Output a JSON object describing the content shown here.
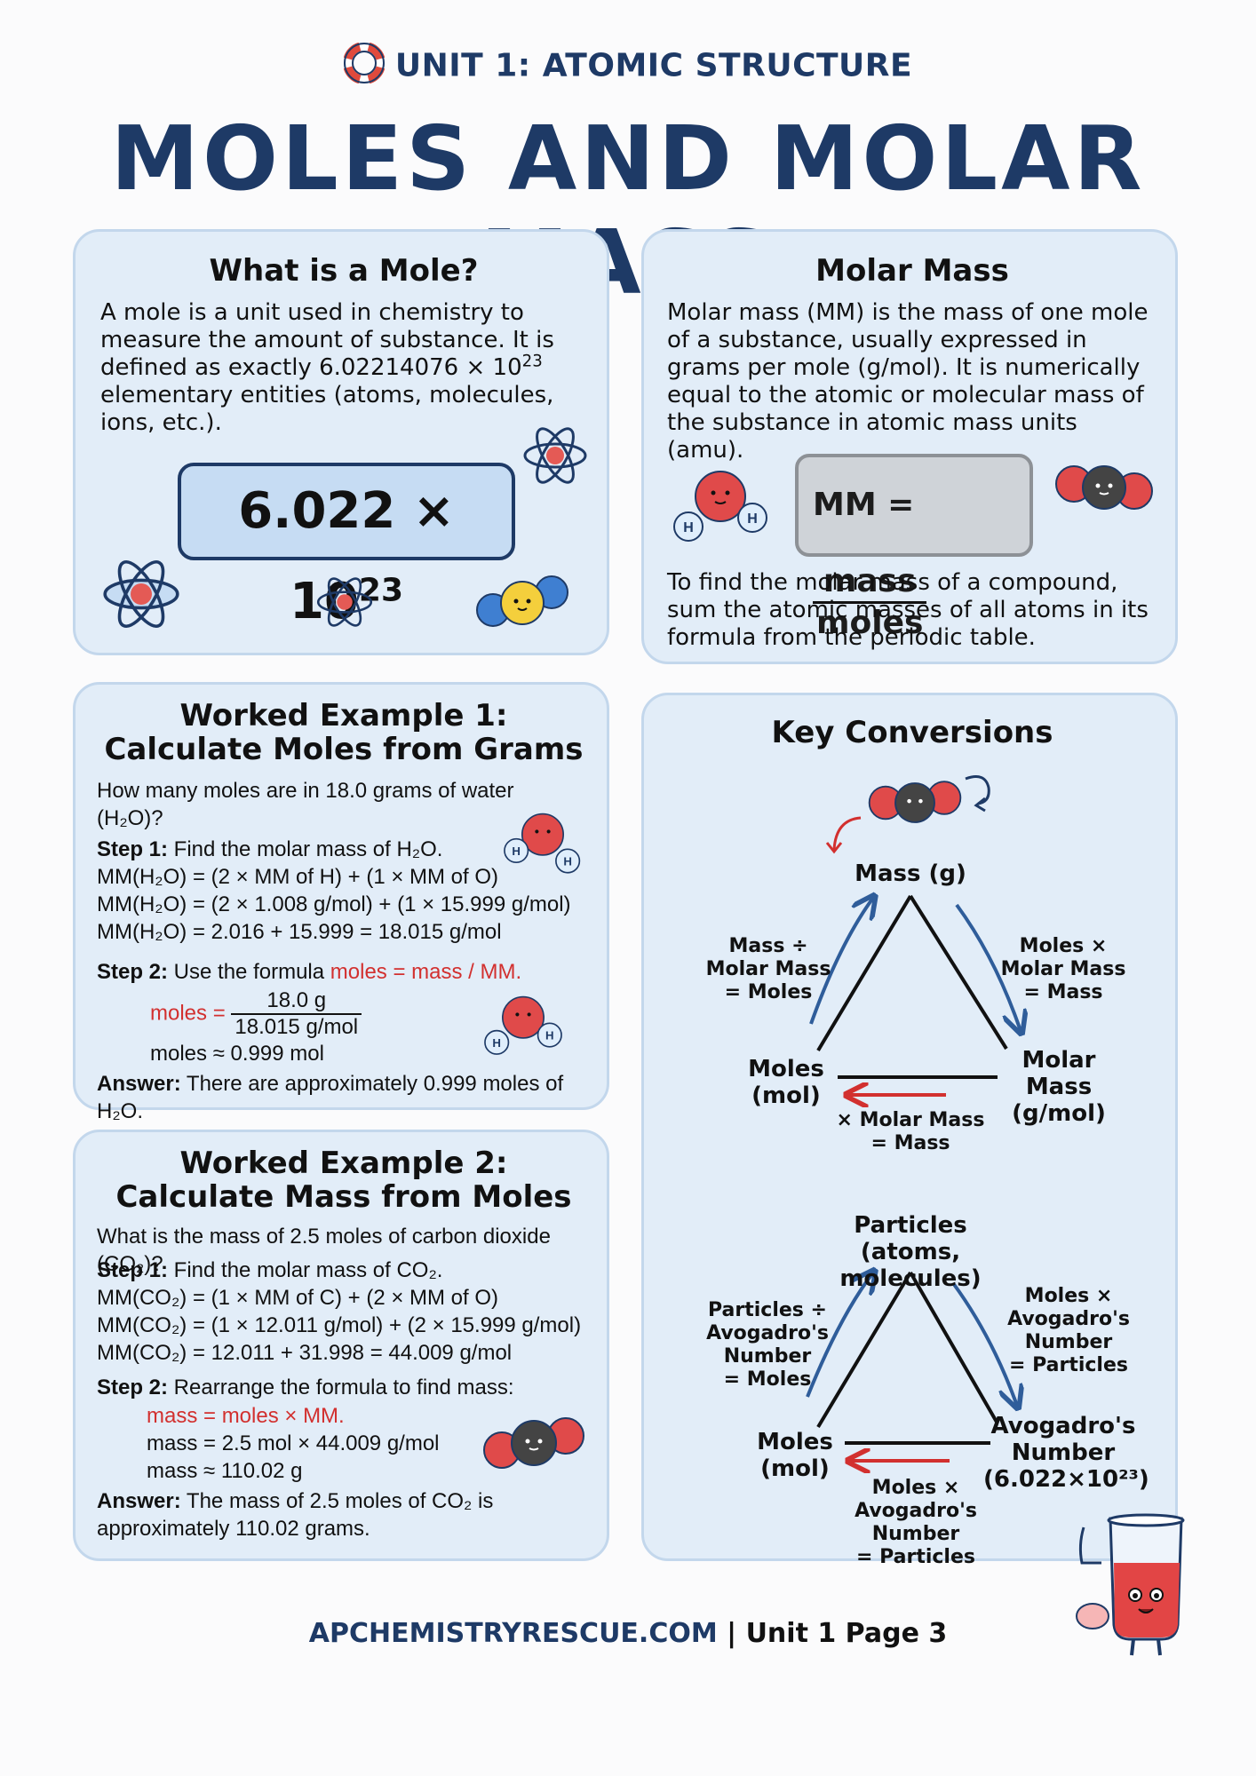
{
  "header": {
    "unit": "UNIT 1: ATOMIC STRUCTURE",
    "title": "MOLES AND MOLAR MASS"
  },
  "mole_card": {
    "title": "What is a Mole?",
    "desc_1": "A mole is a unit used in chemistry to measure the amount of substance. It is defined as exactly 6.02214076 × 10",
    "desc_exp": "23",
    "desc_2": " elementary entities (atoms, molecules, ions, etc.).",
    "big_value": "6.022 × 10",
    "big_exp": "23"
  },
  "molar_card": {
    "title": "Molar Mass",
    "desc": "Molar mass (MM) is the mass of one mole of a substance, usually expressed in grams per mole (g/mol). It is numerically equal to the atomic or molecular mass of the substance in atomic mass units (amu).",
    "formula_lhs": "MM =",
    "formula_num": "mass",
    "formula_den": "moles",
    "footer": "To find the molar mass of a compound, sum the atomic masses of all atoms in its formula from the periodic table."
  },
  "ex1": {
    "title_1": "Worked Example 1:",
    "title_2": "Calculate Moles from Grams",
    "question": "How many moles are in 18.0 grams of water (H₂O)?",
    "step1_label": "Step 1:",
    "step1": " Find the molar mass of H₂O.",
    "line1": "MM(H₂O) = (2 × MM of H) + (1 × MM of O)",
    "line2": "MM(H₂O) = (2 × 1.008 g/mol) + (1 × 15.999 g/mol)",
    "line3": "MM(H₂O) = 2.016 + 15.999 = 18.015 g/mol",
    "step2_label": "Step 2:",
    "step2": " Use the formula ",
    "step2_formula": "moles = mass / MM.",
    "moles_lhs": "moles =",
    "frac_num": "18.0 g",
    "frac_den": "18.015 g/mol",
    "result_lhs": "moles ≈ ",
    "result_val": "0.999 mol",
    "answer_label": "Answer:",
    "answer": " There are approximately 0.999 moles of H₂O."
  },
  "ex2": {
    "title_1": "Worked Example 2:",
    "title_2": "Calculate Mass from Moles",
    "question": "What is the mass of 2.5 moles of carbon dioxide (CO₂)?",
    "step1_label": "Step 1:",
    "step1": " Find the molar mass of CO₂.",
    "line1": "MM(CO₂) = (1 × MM of C) + (2 × MM of O)",
    "line2": "MM(CO₂) = (1 × 12.011 g/mol) + (2 × 15.999 g/mol)",
    "line3": "MM(CO₂) = 12.011 + 31.998 = 44.009 g/mol",
    "step2_label": "Step 2:",
    "step2": " Rearrange the formula to find mass:",
    "formula": "mass = moles × MM.",
    "calc1": "mass = 2.5 mol × 44.009 g/mol",
    "calc2": "mass ≈ 110.02 g",
    "answer_label": "Answer:",
    "answer_1": " The mass of 2.5 moles of CO₂ is",
    "answer_2": "approximately 110.02 grams."
  },
  "conversions": {
    "title": "Key Conversions",
    "tri1": {
      "top": "Mass (g)",
      "left_v1": "Moles",
      "left_v2": "(mol)",
      "right_v1": "Molar",
      "right_v2": "Mass",
      "right_v3": "(g/mol)",
      "left_edge_1": "Mass ÷",
      "left_edge_2": "Molar Mass",
      "left_edge_3": "= Moles",
      "right_edge_1": "Moles ×",
      "right_edge_2": "Molar Mass",
      "right_edge_3": "= Mass",
      "bottom_1": "× Molar Mass",
      "bottom_2": "= Mass"
    },
    "tri2": {
      "top_1": "Particles",
      "top_2": "(atoms, molecules)",
      "left_v1": "Moles",
      "left_v2": "(mol)",
      "right_v1": "Avogadro's",
      "right_v2": "Number",
      "right_v3": "(6.022×10²³)",
      "left_edge_1": "Particles ÷",
      "left_edge_2": "Avogadro's",
      "left_edge_3": "Number",
      "left_edge_4": "= Moles",
      "right_edge_1": "Moles ×",
      "right_edge_2": "Avogadro's",
      "right_edge_3": "Number",
      "right_edge_4": "= Particles",
      "bottom_1": "Moles ×",
      "bottom_2": "Avogadro's Number",
      "bottom_3": "= Particles"
    }
  },
  "footer": {
    "site": "APCHEMISTRYRESCUE.COM",
    "sep": " | ",
    "page": "Unit 1 Page 3"
  },
  "colors": {
    "navy": "#1e3a66",
    "card_bg": "#e2edf8",
    "highlight_red": "#d2302f"
  }
}
